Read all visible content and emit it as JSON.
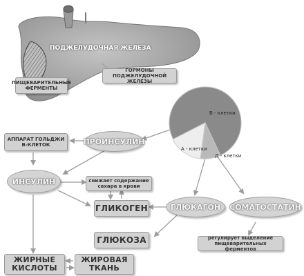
{
  "organ": {
    "title": "ПОДЖЕЛУДОЧНАЯ ЖЕЛЕЗА",
    "digestive_enzymes": "ПИЩЕВАРИТЕЛЬНЫЕ ФЕРМЕНТЫ",
    "hormones": "ГОРМОНЫ ПОДЖЕЛУДОЧНОЙ ЖЕЛЕЗЫ"
  },
  "islet": {
    "b_cells": "В - клетки",
    "a_cells": "А - клетки",
    "d_cells": "Д - клетки"
  },
  "nodes": {
    "golgi": "АППАРАТ ГОЛЬДЖИ В-КЛЕТОК",
    "proinsulin": "ПРОИНСУЛИН",
    "insulin": "ИНСУЛИН",
    "lowers_sugar": "снижает содержание сахара в крови",
    "glycogen": "ГЛИКОГЕН",
    "glucagon": "ГЛЮКАГОН",
    "somatostatin": "СОМАТОСТАТИН",
    "glucose": "ГЛЮКОЗА",
    "regulates": "регулирует выделение пищеварительных ферментов",
    "fatty_acids": "ЖИРНЫЕ КИСЛОТЫ",
    "adipose": "ЖИРОВАЯ ТКАНЬ"
  },
  "colors": {
    "b_sector": "#8a8a8a",
    "a_sector": "#eeeeee",
    "d_sector": "#b9b9b9",
    "arrow": "#9c9c9c",
    "organ_fill": "#a9a9a9"
  }
}
